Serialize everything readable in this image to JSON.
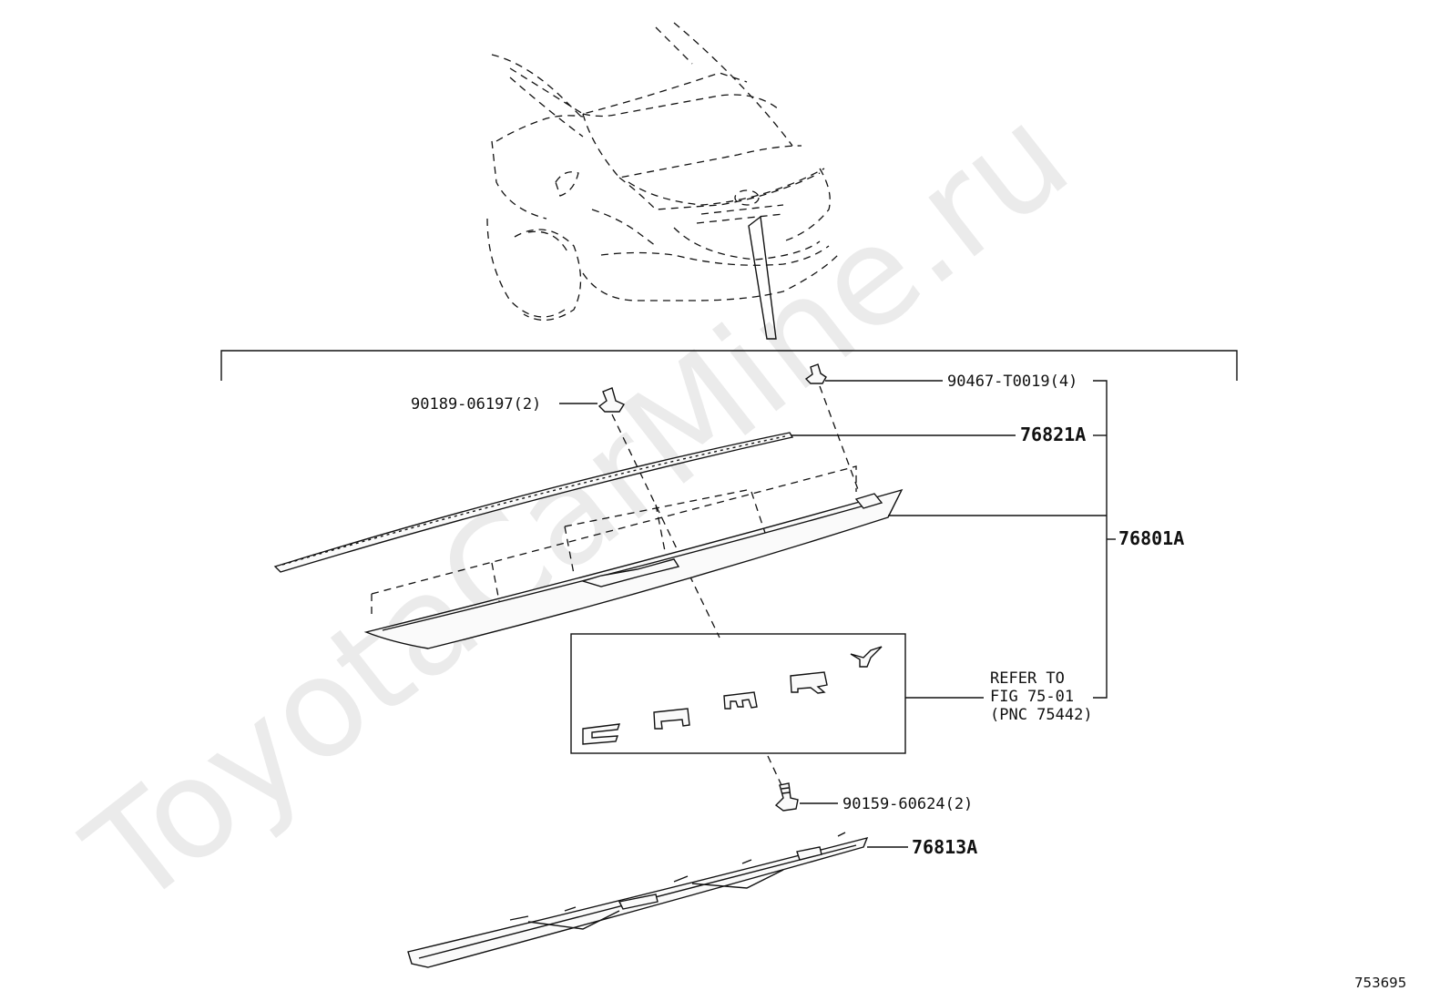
{
  "watermark": "ToyotaCarMine.ru",
  "figure_number": "753695",
  "parts": {
    "clip_left": "90189-06197(2)",
    "clip_top": "90467-T0019(4)",
    "moulding": "76821A",
    "garnish_assembly": "76801A",
    "screw": "90159-60624(2)",
    "lower_garnish": "76813A"
  },
  "refer_note": {
    "line1": "REFER TO",
    "line2": "FIG 75-01",
    "line3": "(PNC 75442)"
  },
  "colors": {
    "ink": "#111111",
    "watermark": "#ebebeb",
    "background": "#ffffff"
  }
}
